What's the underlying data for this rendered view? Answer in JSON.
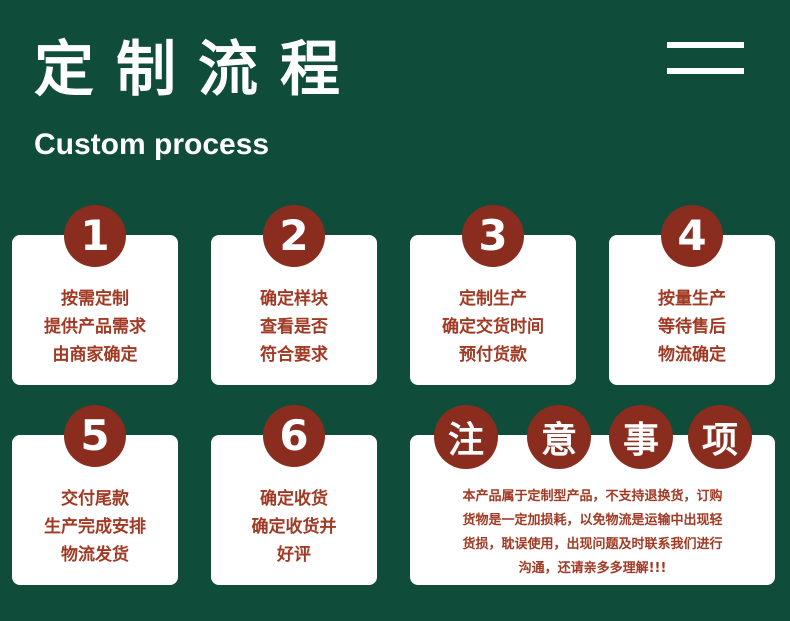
{
  "header": {
    "title": "定制流程",
    "subtitle": "Custom process"
  },
  "steps": [
    {
      "number": "1",
      "lines": [
        "按需定制",
        "提供产品需求",
        "由商家确定"
      ]
    },
    {
      "number": "2",
      "lines": [
        "确定样块",
        "查看是否",
        "符合要求"
      ]
    },
    {
      "number": "3",
      "lines": [
        "定制生产",
        "确定交货时间",
        "预付货款"
      ]
    },
    {
      "number": "4",
      "lines": [
        "按量生产",
        "等待售后",
        "物流确定"
      ]
    },
    {
      "number": "5",
      "lines": [
        "交付尾款",
        "生产完成安排",
        "物流发货"
      ]
    },
    {
      "number": "6",
      "lines": [
        "确定收货",
        "确定收货并",
        "好评"
      ]
    }
  ],
  "notice": {
    "chars": [
      "注",
      "意",
      "事",
      "项"
    ],
    "lines": [
      "本产品属于定制型产品，不支持退换货，订购",
      "货物是一定加损耗，以免物流是运输中出现轻",
      "货损，耽误使用，出现问题及时联系我们进行",
      "沟通，还请亲多多理解!!!"
    ]
  },
  "colors": {
    "background": "#0f4c3a",
    "badge": "#8a2d1f",
    "text": "#a13a24",
    "card": "#ffffff"
  },
  "icons": {
    "menu": "hamburger-menu-icon"
  }
}
